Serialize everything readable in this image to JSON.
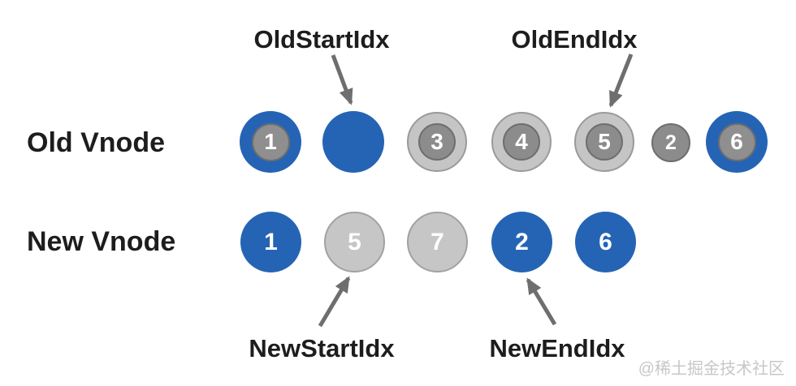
{
  "diagram": {
    "old_row": {
      "label": "Old Vnode",
      "nodes": [
        {
          "value": "1",
          "style": "blue-ring-gray-core"
        },
        {
          "value": "",
          "style": "blue-solid"
        },
        {
          "value": "3",
          "style": "gray-ring-gray-core"
        },
        {
          "value": "4",
          "style": "gray-ring-gray-core"
        },
        {
          "value": "5",
          "style": "gray-ring-gray-core"
        },
        {
          "value": "2",
          "style": "small-gray"
        },
        {
          "value": "6",
          "style": "blue-ring-gray-core"
        }
      ]
    },
    "new_row": {
      "label": "New Vnode",
      "nodes": [
        {
          "value": "1",
          "style": "blue"
        },
        {
          "value": "5",
          "style": "light-gray"
        },
        {
          "value": "7",
          "style": "light-gray"
        },
        {
          "value": "2",
          "style": "blue"
        },
        {
          "value": "6",
          "style": "blue"
        }
      ]
    },
    "pointers": {
      "old_start": {
        "label": "OldStartIdx",
        "points_to": "old row node 2"
      },
      "old_end": {
        "label": "OldEndIdx",
        "points_to": "old row node 5"
      },
      "new_start": {
        "label": "NewStartIdx",
        "points_to": "new row node 5"
      },
      "new_end": {
        "label": "NewEndIdx",
        "points_to": "new row node 2"
      }
    }
  },
  "watermark": "@稀土掘金技术社区",
  "colors": {
    "blue": "#2564b4",
    "ring_gray": "#c5c5c5",
    "ring_border": "#9a9a9a",
    "core_gray": "#8f8f8f",
    "core_gray2": "#8c8c8c",
    "core_border": "#6e6e6e",
    "lt_gray": "#c6c6c6",
    "lt_border": "#a2a2a2",
    "arrow": "#6e6e6e",
    "text": "#1d1d1d",
    "wm": "#c7c7c7"
  }
}
